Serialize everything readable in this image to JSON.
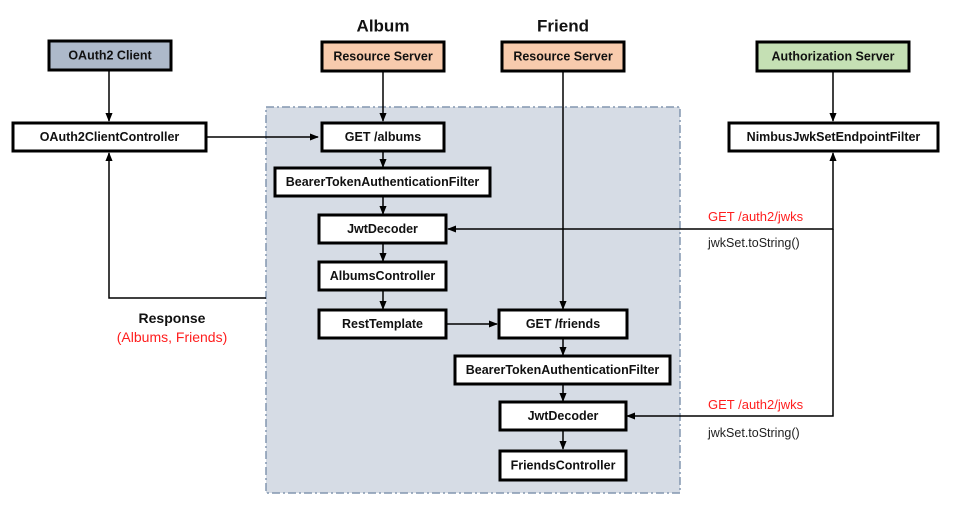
{
  "titles": {
    "album": "Album",
    "friend": "Friend"
  },
  "nodes": {
    "oauth2_client": "OAuth2 Client",
    "oauth2_client_controller": "OAuth2ClientController",
    "album_resource_server": "Resource Server",
    "friend_resource_server": "Resource Server",
    "authorization_server": "Authorization Server",
    "nimbus_filter": "NimbusJwkSetEndpointFilter",
    "get_albums": "GET /albums",
    "album_bearer_filter": "BearerTokenAuthenticationFilter",
    "album_jwt_decoder": "JwtDecoder",
    "albums_controller": "AlbumsController",
    "rest_template": "RestTemplate",
    "get_friends": "GET /friends",
    "friend_bearer_filter": "BearerTokenAuthenticationFilter",
    "friend_jwt_decoder": "JwtDecoder",
    "friends_controller": "FriendsController"
  },
  "labels": {
    "jwks_request_1": "GET /auth2/jwks",
    "jwks_response_1": "jwkSet.toString()",
    "jwks_request_2": "GET /auth2/jwks",
    "jwks_response_2": "jwkSet.toString()",
    "response_title": "Response",
    "response_detail": "(Albums, Friends)"
  },
  "colors": {
    "client": "#adb9ca",
    "resource_server": "#f8cbad",
    "authorization_server": "#c5e0b4",
    "region": "#d6dce5",
    "highlight_text": "#ff1e1e"
  }
}
